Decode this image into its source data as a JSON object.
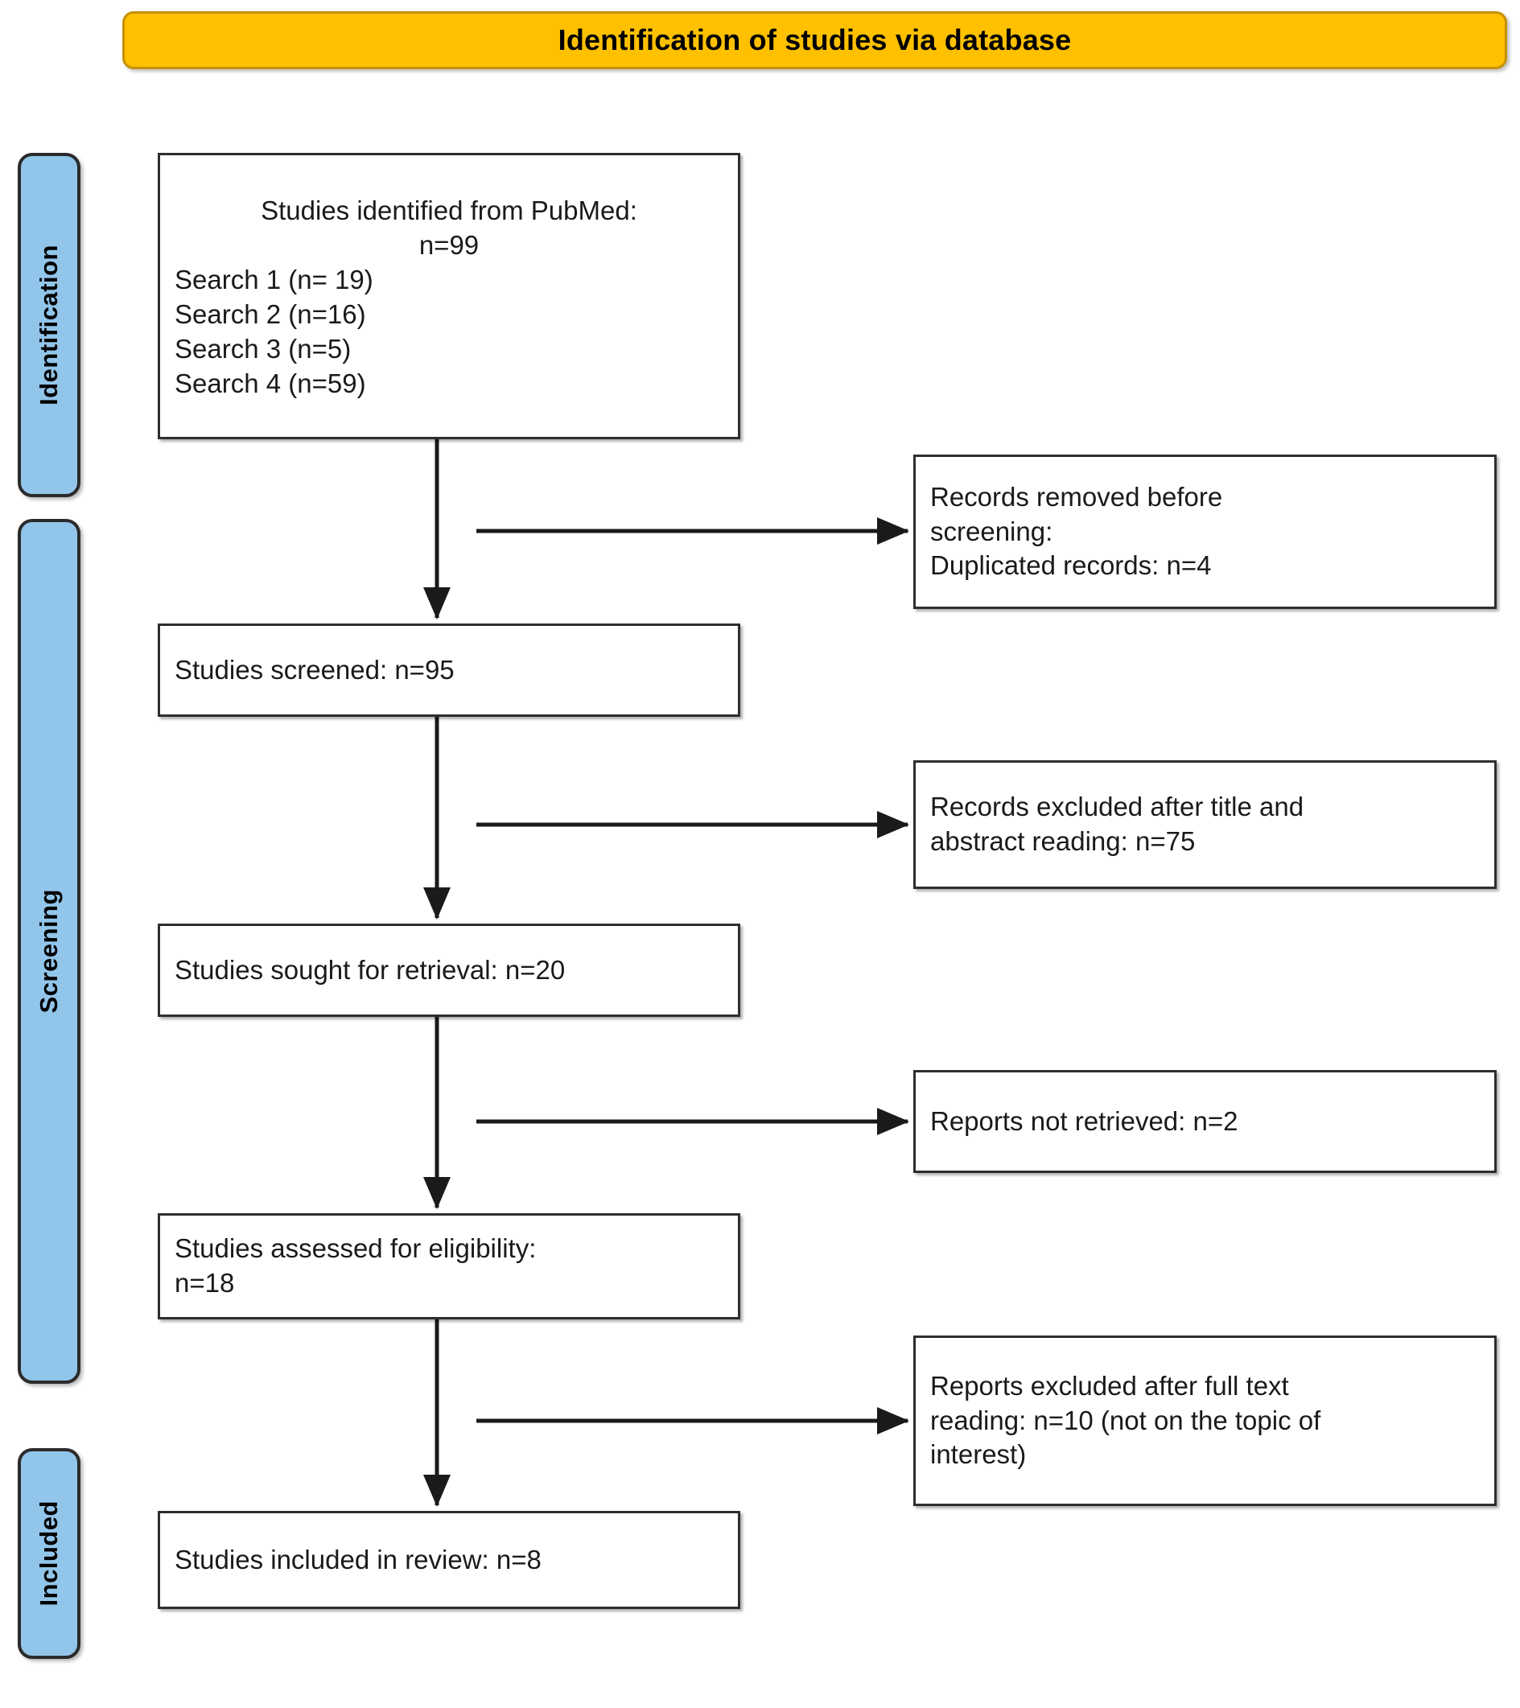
{
  "banner": {
    "title": "Identification of studies via database",
    "fill": "#FFC000",
    "border": "#C69100"
  },
  "stages": [
    {
      "id": "identification",
      "label": "Identification"
    },
    {
      "id": "screening",
      "label": "Screening"
    },
    {
      "id": "included",
      "label": "Included"
    }
  ],
  "stage_style": {
    "fill": "#92C5EA",
    "border": "#2B2B2B"
  },
  "flow": {
    "identified": {
      "line1": "Studies identified from PubMed:",
      "line2": "n=99",
      "line3": "Search 1 (n= 19)",
      "line4": "Search 2 (n=16)",
      "line5": "Search 3 (n=5)",
      "line6": "Search 4 (n=59)"
    },
    "screened": {
      "line1": "Studies screened: n=95"
    },
    "sought": {
      "line1": "Studies sought for retrieval: n=20"
    },
    "assessed": {
      "line1": "Studies assessed for eligibility:",
      "line2": "n=18"
    },
    "included": {
      "line1": "Studies included in review: n=8"
    }
  },
  "exclusions": {
    "removed_before_screening": {
      "line1": "Records removed before",
      "line2": "screening:",
      "line3": "Duplicated records: n=4"
    },
    "excluded_title_abstract": {
      "line1": "Records excluded after title and",
      "line2": "abstract reading: n=75"
    },
    "reports_not_retrieved": {
      "line1": "Reports not retrieved: n=2"
    },
    "excluded_full_text": {
      "line1": "Reports excluded after full text",
      "line2": "reading: n=10 (not on the topic of",
      "line3": "interest)"
    }
  },
  "chart_data": {
    "type": "diagram",
    "diagram_kind": "PRISMA flow diagram",
    "title": "Identification of studies via database",
    "stages": [
      "Identification",
      "Screening",
      "Included"
    ],
    "nodes": [
      {
        "id": "identified",
        "stage": "Identification",
        "label": "Studies identified from PubMed: n=99",
        "n": 99,
        "breakdown": [
          {
            "label": "Search 1",
            "n": 19
          },
          {
            "label": "Search 2",
            "n": 16
          },
          {
            "label": "Search 3",
            "n": 5
          },
          {
            "label": "Search 4",
            "n": 59
          }
        ]
      },
      {
        "id": "removed_before_screening",
        "stage": "Identification",
        "label": "Records removed before screening: Duplicated records: n=4",
        "n": 4,
        "kind": "exclusion"
      },
      {
        "id": "screened",
        "stage": "Screening",
        "label": "Studies screened: n=95",
        "n": 95
      },
      {
        "id": "excluded_title_abstract",
        "stage": "Screening",
        "label": "Records excluded after title and abstract reading: n=75",
        "n": 75,
        "kind": "exclusion"
      },
      {
        "id": "sought",
        "stage": "Screening",
        "label": "Studies sought for retrieval: n=20",
        "n": 20
      },
      {
        "id": "reports_not_retrieved",
        "stage": "Screening",
        "label": "Reports not retrieved: n=2",
        "n": 2,
        "kind": "exclusion"
      },
      {
        "id": "assessed",
        "stage": "Screening",
        "label": "Studies assessed for eligibility: n=18",
        "n": 18
      },
      {
        "id": "excluded_full_text",
        "stage": "Screening",
        "label": "Reports excluded after full text reading: n=10 (not on the topic of interest)",
        "n": 10,
        "kind": "exclusion"
      },
      {
        "id": "included",
        "stage": "Included",
        "label": "Studies included in review: n=8",
        "n": 8
      }
    ],
    "edges": [
      {
        "from": "identified",
        "to": "screened"
      },
      {
        "from": "identified",
        "to": "removed_before_screening"
      },
      {
        "from": "screened",
        "to": "sought"
      },
      {
        "from": "screened",
        "to": "excluded_title_abstract"
      },
      {
        "from": "sought",
        "to": "assessed"
      },
      {
        "from": "sought",
        "to": "reports_not_retrieved"
      },
      {
        "from": "assessed",
        "to": "included"
      },
      {
        "from": "assessed",
        "to": "excluded_full_text"
      }
    ]
  }
}
